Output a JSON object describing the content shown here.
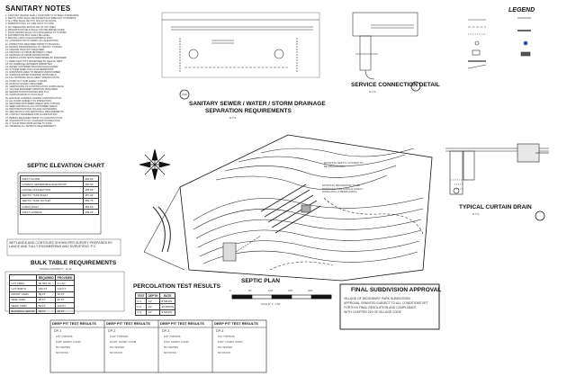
{
  "sanitary_notes": {
    "title": "SANITARY NOTES",
    "items": [
      "1. SANITARY DESIGN SHALL CONFORM TO NYSDEC STANDARDS",
      "2. SEPTIC TANK SHALL BE WATERTIGHT PRECAST CONCRETE",
      "3. ALL PIPE SHALL BE PVC SCH 40 OR EQUAL",
      "4. MINIMUM PITCH 1/4\" PER FOOT TO TANK",
      "5. NO TRENCHING WITHIN 100' OF ANY WELL",
      "6. ABSORPTION FIELD SHALL NOT BE DRIVEN OVER",
      "7. ROOF DRAINS SHALL NOT DISCHARGE TO SYSTEM",
      "8. DISTRIBUTION BOX SHALL BE LEVEL",
      "9. BACKFILL WITH CLEAN MATERIAL ONLY",
      "10. CONTRACTOR TO VERIFY ALL ELEVATIONS",
      "11. INSPECTION REQUIRED PRIOR TO BACKFILL",
      "12. DESIGN PROFESSIONAL TO CERTIFY SYSTEM",
      "13. GREASE TRAP NOT REQUIRED",
      "14. MAINTAIN 10' FROM PROPERTY LINES",
      "15. MAINTAIN 20' FROM FOUNDATIONS",
      "16. PERCOLATION TESTS PERFORMED BY ENGINEER",
      "17. DEEP TEST PITS WITNESSED BY HEALTH DEPT",
      "18. NO GARBAGE GRINDERS PERMITTED",
      "19. WATER SOFTENER BACKWASH EXCLUDED",
      "20. SYSTEM SIZED FOR FOUR BEDROOMS",
      "21. EXPANSION AREA TO REMAIN UNDISTURBED",
      "22. SURFACE WATER DIVERTED FROM FIELD",
      "23. FILL MATERIAL SHALL MEET SPECIFICATION",
      "24. PUMP OUT TANK EVERY 3 YEARS",
      "25. AS-BUILT SURVEY REQUIRED",
      "26. CERTIFICATE OF CONSTRUCTION COMPLIANCE",
      "27. VILLAGE ENGINEER APPROVAL REQUIRED",
      "28. SEPARATION DISTANCES PER 75-A",
      "29. CURTAIN DRAIN TO DAYLIGHT",
      "30. EROSION CONTROL DURING CONSTRUCTION",
      "31. ALL WORK SUBJECT TO INSPECTION",
      "32. RESTORE DISTURBED AREAS WITH TOPSOIL",
      "33. SEED AND MULCH ALL DISTURBED AREAS",
      "34. RESTORATION PER VILLAGE STANDARDS",
      "35. SEE DETAILS FOR ADDITIONAL REQUIREMENTS",
      "36. CONTACT ENGINEER FOR CLARIFICATION",
      "37. PERMIT REQUIRED PRIOR TO CONSTRUCTION",
      "38. CLEANOUTS AT ALL CHANGES IN DIRECTION",
      "39. 4\" SOLID PIPE FROM HOUSE TO TANK",
      "40. OBSERVE ALL SETBACK REQUIREMENTS"
    ]
  },
  "separation": {
    "title": "SANITARY SEWER / WATER / STORM DRAINAGE",
    "subtitle": "SEPARATION REQUIREMENTS",
    "scale": "N.T.S."
  },
  "service_connection": {
    "title": "SERVICE CONNECTION DETAIL",
    "scale": "N.T.S."
  },
  "legend": {
    "title": "LEGEND"
  },
  "elevation_chart": {
    "title": "SEPTIC ELEVATION CHART",
    "rows": [
      [
        "FIRST FLOOR",
        "462.00"
      ],
      [
        "LOWEST SEWERABLE ELEVATION",
        "460.50"
      ],
      [
        "HOUSE CONNECTION",
        "458.00"
      ],
      [
        "SEPTIC TANK INLET",
        "457.00"
      ],
      [
        "SEPTIC TANK OUTLET",
        "456.75"
      ],
      [
        "D-BOX INLET",
        "456.50"
      ],
      [
        "FIRST LATERAL",
        "456.25"
      ]
    ]
  },
  "wetlands_note": "WETLANDS AND CONTOURS SHOWN PER SURVEY PREPARED BY LANCE AND TULLY ENGINEERING AND SURVEYING, P.C.",
  "bulk_table": {
    "title": "BULK TABLE REQUIREMENTS",
    "subtitle": "ZONING DISTRICT - R-40",
    "headers": [
      "",
      "REQUIRED",
      "PROVIDED"
    ],
    "rows": [
      [
        "LOT AREA",
        "40,000 SF",
        "2.1 AC"
      ],
      [
        "LOT WIDTH",
        "150 FT",
        "212 FT"
      ],
      [
        "FRONT YARD",
        "50 FT",
        "95 FT"
      ],
      [
        "SIDE YARD",
        "25 FT",
        "40 FT"
      ],
      [
        "REAR YARD",
        "50 FT",
        "110 FT"
      ],
      [
        "BUILDING HEIGHT",
        "35 FT",
        "28 FT"
      ]
    ]
  },
  "perc_table": {
    "title": "PERCOLATION TEST RESULTS",
    "headers": [
      "TEST",
      "DEPTH",
      "RATE"
    ],
    "rows": [
      [
        "P-1",
        "24\"",
        "8 MIN/IN"
      ],
      [
        "P-2",
        "24\"",
        "10 MIN/IN"
      ],
      [
        "P-3",
        "24\"",
        "9 MIN/IN"
      ]
    ]
  },
  "septic_plan": {
    "title": "SEPTIC PLAN",
    "scale": "SCALE: 1\" = 50'",
    "ticks": [
      "0",
      "50'",
      "100'",
      "150'",
      "200'"
    ]
  },
  "curtain_drain": {
    "title": "TYPICAL CURTAIN DRAIN",
    "scale": "N.T.S."
  },
  "approval": {
    "title": "FINAL SUBDIVISION APPROVAL",
    "lines": [
      "VILLAGE OF WOODBURY PARK SUBDIVISION",
      "APPROVAL GRANTED SUBJECT TO ALL CONDITIONS SET",
      "FORTH IN FINAL RESOLUTION AND COMPLIANCE",
      "WITH CHAPTER 219 OF VILLAGE CODE"
    ]
  },
  "deep_pits": {
    "title": "DEEP PIT TEST RESULTS",
    "pits": [
      {
        "name": "DP-1",
        "lines": [
          "0-8\" TOPSOIL",
          "8-48\" SANDY LOAM",
          "NO WATER",
          "NO ROCK"
        ]
      },
      {
        "name": "DP-2",
        "lines": [
          "0-10\" TOPSOIL",
          "10-60\" SANDY LOAM",
          "NO WATER",
          "NO ROCK"
        ]
      },
      {
        "name": "DP-3",
        "lines": [
          "0-8\" TOPSOIL",
          "8-54\" SANDY LOAM",
          "NO WATER",
          "NO ROCK"
        ]
      },
      {
        "name": "DP-4",
        "lines": [
          "0-9\" TOPSOIL",
          "9-60\" LOAMY SAND",
          "NO WATER",
          "NO ROCK"
        ]
      }
    ]
  },
  "plan_labels": {
    "existing_septic": "EXISTING SEPTIC SYSTEM TO BE ABANDONED",
    "existing_residence": "EXISTING RESIDENCE TO BE REMOVED FOR SINGLE FAMILY DWELLING (4 BEDROOMS)"
  },
  "colors": {
    "ink": "#111111",
    "line": "#333333",
    "light": "#888888",
    "paper": "#ffffff"
  }
}
